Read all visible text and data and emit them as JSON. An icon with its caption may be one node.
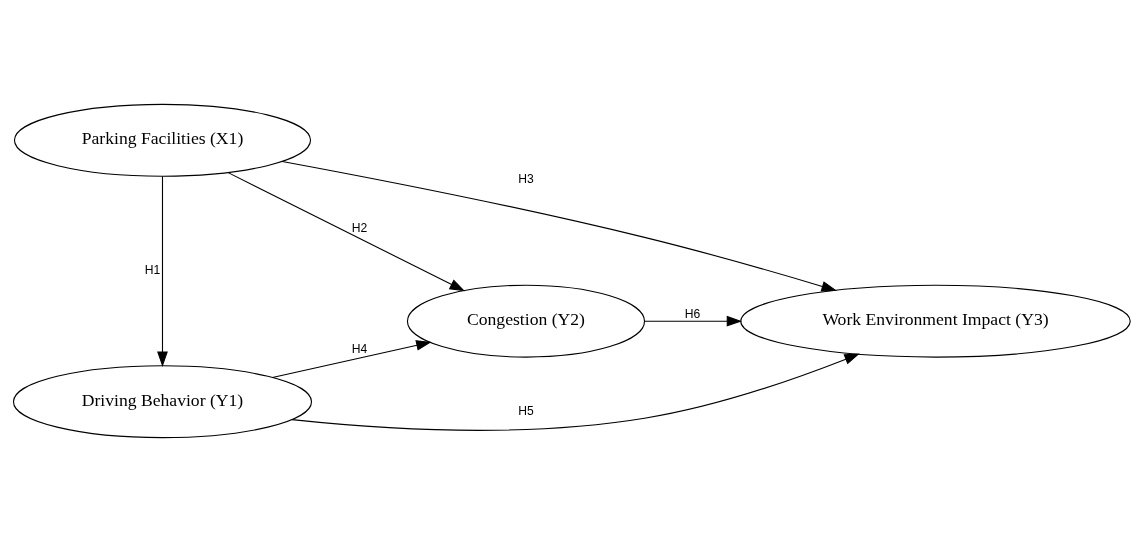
{
  "diagram": {
    "nodes": [
      {
        "text": [
          "Driving Behavior (Y1)"
        ]
      },
      {
        "text": [
          "Congestion (Y2)"
        ]
      },
      {
        "text": [
          "Work Environment Impact (Y3)"
        ]
      },
      {
        "text": [
          "Parking Facilities (X1)"
        ]
      }
    ],
    "edges": [
      {
        "from": 3,
        "to": 0,
        "arrow": "to",
        "label": "H1"
      },
      {
        "from": 3,
        "to": 1,
        "arrow": "to",
        "label": "H2"
      },
      {
        "from": 3,
        "to": 2,
        "arrow": "to",
        "label": "H3"
      },
      {
        "from": 0,
        "to": 1,
        "arrow": "to",
        "label": "H4"
      },
      {
        "from": 0,
        "to": 2,
        "arrow": "to",
        "label": "H5"
      },
      {
        "from": 1,
        "to": 2,
        "arrow": "to",
        "label": "H6"
      }
    ]
  }
}
